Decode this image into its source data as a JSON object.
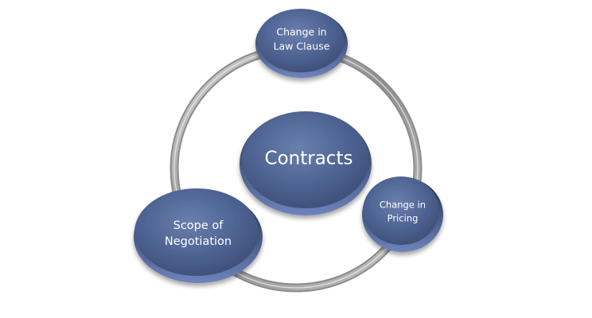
{
  "diagram": {
    "center": {
      "label": "Contracts"
    },
    "nodes": [
      {
        "lines": [
          "Change in",
          "Law Clause"
        ]
      },
      {
        "lines": [
          "Change in",
          "Pricing"
        ]
      },
      {
        "lines": [
          "Scope of",
          "Negotiation"
        ]
      }
    ]
  },
  "colors": {
    "node_fill": "#4f6494",
    "node_rim": "#2f3f62",
    "ring": "#a3a3a3",
    "label": "#ffffff"
  }
}
